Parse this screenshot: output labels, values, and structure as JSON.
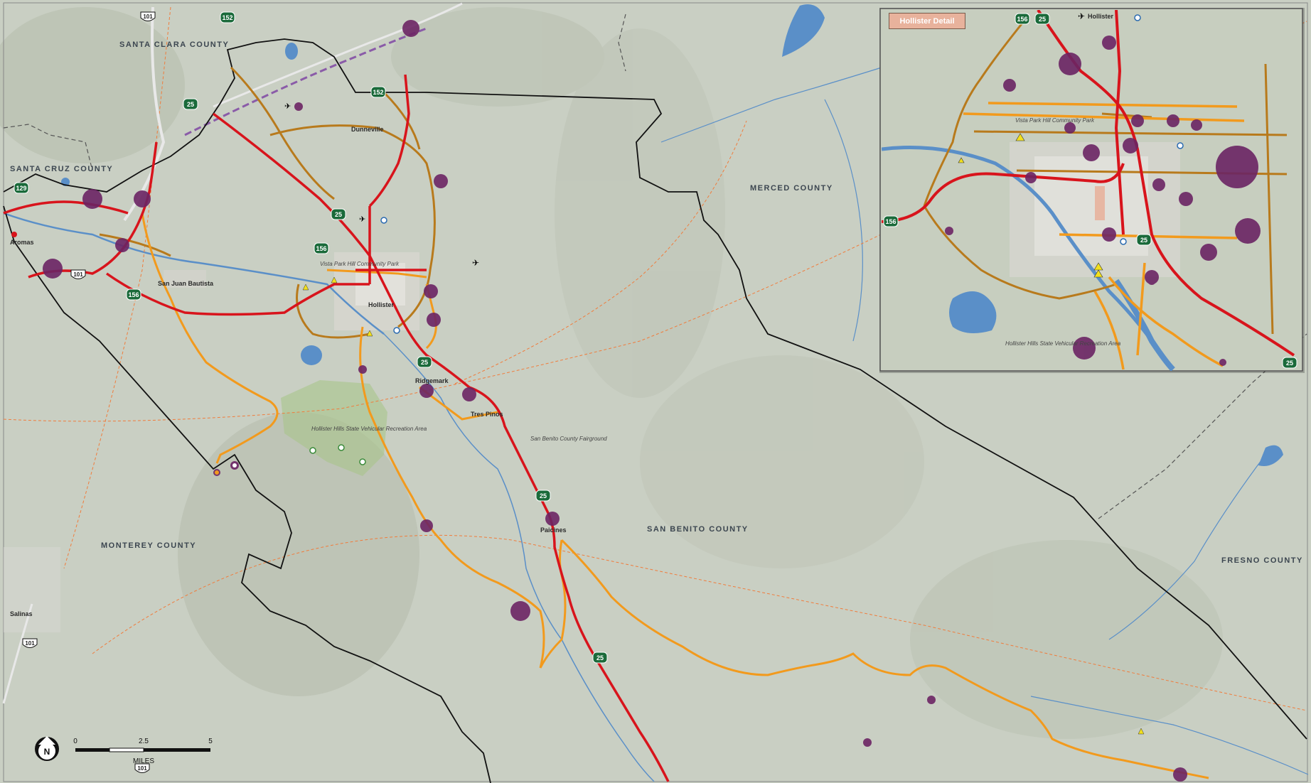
{
  "colors": {
    "terrain": "#c9cfc3",
    "state_highway": "#d8141c",
    "arterial": "#f29a1d",
    "collector": "#b87a1c",
    "county_line": "#111111",
    "rail": "#f07c3c",
    "water": "#5a8fc8",
    "development": "#6b2464",
    "park": "#a9c58a"
  },
  "counties": {
    "santa_clara": "SANTA CLARA COUNTY",
    "santa_cruz": "SANTA CRUZ COUNTY",
    "merced": "MERCED COUNTY",
    "san_benito": "SAN BENITO COUNTY",
    "monterey": "MONTEREY COUNTY",
    "fresno": "FRESNO COUNTY"
  },
  "places": {
    "dunneville": "Dunneville",
    "san_juan_bautista": "San Juan Bautista",
    "hollister": "Hollister",
    "ridgemark": "Ridgemark",
    "tres_pinos": "Tres Pinos",
    "paicines": "Paicines",
    "salinas": "Salinas",
    "aromas": "Aromas"
  },
  "parks": {
    "vista_park": "Vista Park Hill Community Park",
    "hollister_hills": "Hollister Hills State Vehicular Recreation Area",
    "fairground": "San Benito County Fairground"
  },
  "routes": {
    "r101": "101",
    "r152": "152",
    "r25": "25",
    "r156": "156",
    "r129": "129"
  },
  "inset": {
    "title": "Hollister Detail",
    "hollister": "Hollister",
    "vista_park": "Vista Park Hill Community Park",
    "hollister_hills": "Hollister Hills State Vehicular Recreation Area"
  },
  "scale": {
    "tick0": "0",
    "tick1": "2.5",
    "tick2": "5",
    "units": "MILES"
  },
  "north": "N"
}
